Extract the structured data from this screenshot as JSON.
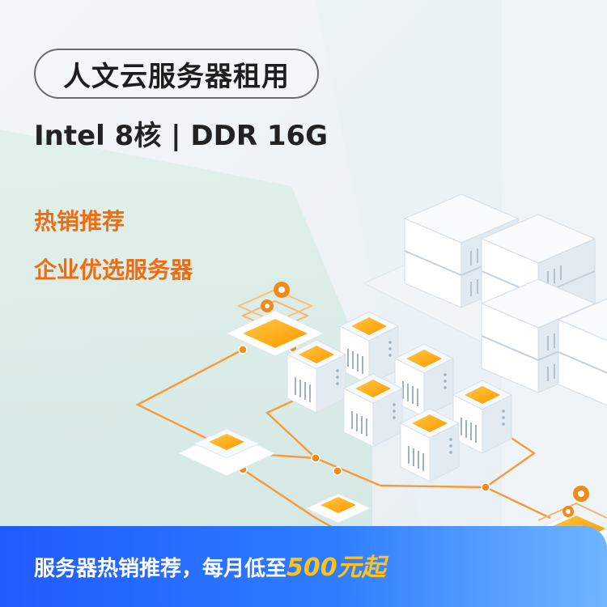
{
  "title": "人文云服务器租用",
  "specs": "Intel 8核 | DDR 16G",
  "tags": [
    "热销推荐",
    "企业优选服务器"
  ],
  "banner": {
    "text": "服务器热销推荐，每月低至",
    "price": "500元起"
  },
  "colors": {
    "accent": "#f26b0f",
    "banner_blue": "#2f7dff",
    "price_yellow": "#ffc21a",
    "chip": "#ffb400"
  }
}
